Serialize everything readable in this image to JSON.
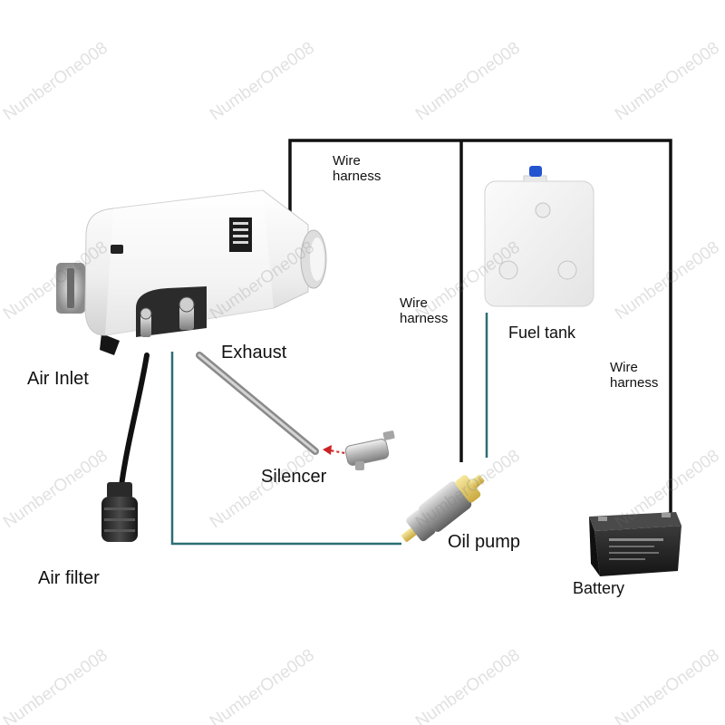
{
  "labels": {
    "air_inlet": "Air Inlet",
    "exhaust": "Exhaust",
    "silencer": "Silencer",
    "air_filter": "Air filter",
    "oil_pump": "Oil pump",
    "fuel_tank": "Fuel tank",
    "battery": "Battery",
    "wire_harness_top_1": "Wire",
    "wire_harness_top_2": "harness",
    "wire_harness_mid_1": "Wire",
    "wire_harness_mid_2": "harness",
    "wire_harness_right_1": "Wire",
    "wire_harness_right_2": "harness"
  },
  "watermark": "NumberOne008",
  "colors": {
    "wire": "#111111",
    "fuel_line": "#2b6e74",
    "arrow": "#cc2222"
  }
}
